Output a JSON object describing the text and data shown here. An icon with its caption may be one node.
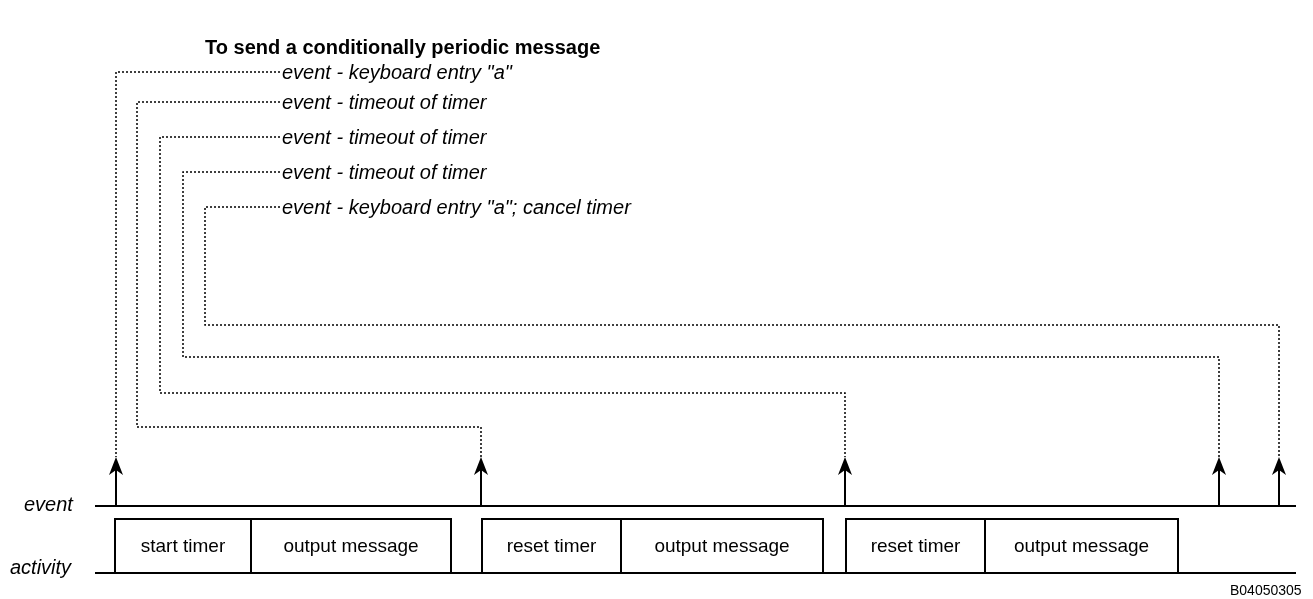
{
  "diagram": {
    "title": "To send a conditionally periodic message",
    "nodes": [
      {
        "text": [
          "event - keyboard entry \"a\""
        ]
      },
      {
        "text": [
          "event - timeout of timer"
        ]
      },
      {
        "text": [
          "event - timeout of timer"
        ]
      },
      {
        "text": [
          "event - timeout of timer"
        ]
      },
      {
        "text": [
          "event - keyboard entry \"a\"; cancel timer"
        ]
      },
      {
        "text": [],
        "shape": "arrow"
      },
      {
        "text": [],
        "shape": "arrow"
      },
      {
        "text": [],
        "shape": "arrow"
      },
      {
        "text": [],
        "shape": "arrow"
      },
      {
        "text": [],
        "shape": "arrow"
      },
      {
        "text": [
          "start timer"
        ]
      },
      {
        "text": [
          "output message"
        ]
      },
      {
        "text": [
          "reset timer"
        ]
      },
      {
        "text": [
          "output message"
        ]
      },
      {
        "text": [
          "reset timer"
        ]
      },
      {
        "text": [
          "output message"
        ]
      }
    ],
    "edges": [
      {
        "from": 0,
        "to": 5,
        "arrow": "none",
        "style": "dashed"
      },
      {
        "from": 1,
        "to": 6,
        "arrow": "none",
        "style": "dashed"
      },
      {
        "from": 2,
        "to": 7,
        "arrow": "none",
        "style": "dashed"
      },
      {
        "from": 3,
        "to": 8,
        "arrow": "none",
        "style": "dashed"
      },
      {
        "from": 4,
        "to": 9,
        "arrow": "none",
        "style": "dashed"
      }
    ],
    "labels": [
      "event",
      "activity",
      "B04050305"
    ]
  }
}
